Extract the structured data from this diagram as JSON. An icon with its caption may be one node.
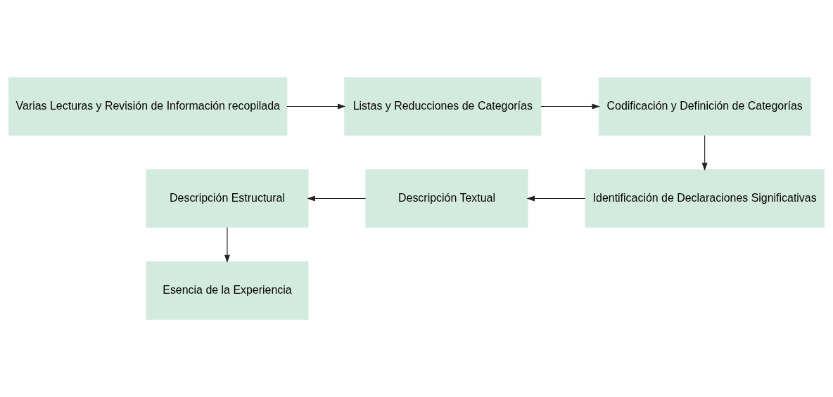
{
  "diagram": {
    "nodes": [
      {
        "text": [
          "Varias Lecturas y Revisión de Información recopilada"
        ]
      },
      {
        "text": [
          "Listas y Reducciones de Categorías"
        ]
      },
      {
        "text": [
          "Codificación y Definición de Categorías"
        ]
      },
      {
        "text": [
          "Identificación de Declaraciones Significativas"
        ]
      },
      {
        "text": [
          "Descripción Textual"
        ]
      },
      {
        "text": [
          "Descripción Estructural"
        ]
      },
      {
        "text": [
          "Esencia de la Experiencia"
        ]
      }
    ],
    "edges": [
      {
        "from": 0,
        "to": 1,
        "arrow": "to"
      },
      {
        "from": 1,
        "to": 2,
        "arrow": "to"
      },
      {
        "from": 2,
        "to": 3,
        "arrow": "to"
      },
      {
        "from": 3,
        "to": 4,
        "arrow": "to"
      },
      {
        "from": 4,
        "to": 5,
        "arrow": "to"
      },
      {
        "from": 5,
        "to": 6,
        "arrow": "to"
      }
    ]
  }
}
